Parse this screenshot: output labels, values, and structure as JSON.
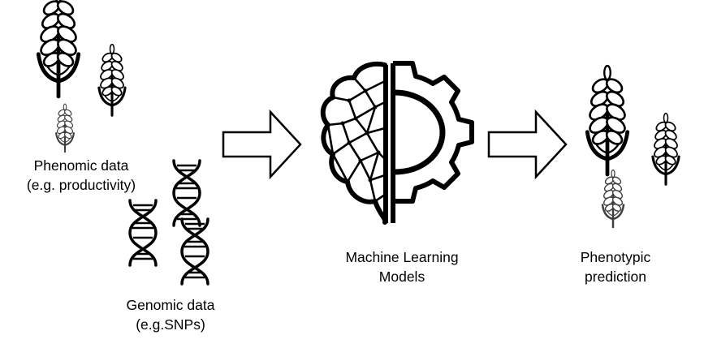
{
  "labels": {
    "phenomic": [
      "Phenomic data",
      "(e.g. productivity)"
    ],
    "genomic": [
      "Genomic data",
      "(e.g.SNPs)"
    ],
    "ml": [
      "Machine Learning",
      "Models"
    ],
    "prediction": [
      "Phenotypic",
      "prediction"
    ]
  },
  "icons": {
    "wheat": "wheat-icon",
    "dna": "dna-helix-icon",
    "brain": "brain-icon",
    "gear": "gear-icon",
    "arrow": "right-arrow-icon"
  },
  "colors": {
    "stroke": "#000000",
    "background": "#ffffff"
  }
}
